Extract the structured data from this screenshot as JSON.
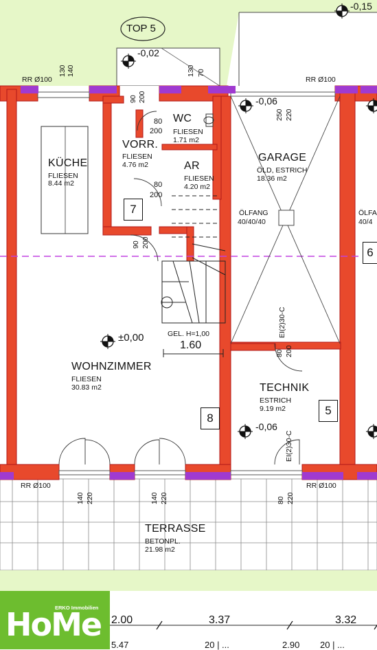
{
  "top_label": "TOP 5",
  "levels": {
    "top_right": "-0,15",
    "entry": "-0,02",
    "garage": "-0,06",
    "living": "±0,00",
    "technik": "-0,06"
  },
  "rooms": {
    "kueche": {
      "name": "KÜCHE",
      "floor": "FLIESEN",
      "area": "8.44 m2"
    },
    "vorraum": {
      "name": "VORR.",
      "floor": "FLIESEN",
      "area": "4.76 m2"
    },
    "wc": {
      "name": "WC",
      "floor": "FLIESEN",
      "area": "1.71 m2"
    },
    "ar": {
      "name": "AR",
      "floor": "FLIESEN",
      "area": "4.20 m2"
    },
    "garage": {
      "name": "GARAGE",
      "floor": "ÖLD, ESTRICH",
      "area": "18.36 m2"
    },
    "wohnzimmer": {
      "name": "WOHNZIMMER",
      "floor": "FLIESEN",
      "area": "30.83 m2"
    },
    "technik": {
      "name": "TECHNIK",
      "floor": "ESTRICH",
      "area": "9.19 m2"
    },
    "terrasse": {
      "name": "TERRASSE",
      "floor": "BETONPL.",
      "area": "21.98 m2"
    }
  },
  "oelfang": {
    "label": "ÖLFANG",
    "size": "40/40/40",
    "label_cut": "ÖLFA",
    "size_cut": "40/4"
  },
  "railing": {
    "label": "GEL. H=1,00",
    "dim": "1.60"
  },
  "door_tags": [
    "EI(2)30-C",
    "EI(2)30-C"
  ],
  "numbers": {
    "n7": "7",
    "n8": "8",
    "n5": "5",
    "n6": "6"
  },
  "rr": {
    "label": "RR Ø100"
  },
  "window_dims": {
    "w_top_kitchen": [
      "130",
      "140"
    ],
    "w_top_entry": [
      "130",
      "70"
    ],
    "d_wc": [
      "90",
      "200"
    ],
    "d_garage_top": [
      "250",
      "220"
    ],
    "d_wc_door": [
      "80",
      "200"
    ],
    "d_ar": [
      "80",
      "200"
    ],
    "d_vorr": [
      "90",
      "200"
    ],
    "d_technik": [
      "80",
      "200"
    ],
    "w_terr_1": [
      "140",
      "220"
    ],
    "w_terr_2": [
      "140",
      "220"
    ],
    "d_terr_technik": [
      "80",
      "220"
    ]
  },
  "bottom_dims": {
    "a": "2.00",
    "b": "3.37",
    "c": "3.32",
    "d": "5.47",
    "e": "2.90",
    "f": "20 | ...",
    "g": "20 | ..."
  },
  "logo": {
    "text": "HoMe",
    "company": "ERKO Immobilien"
  },
  "colors": {
    "wall_fill": "#e8492c",
    "wall_line": "#b01818",
    "rr": "#a03ad0",
    "garden": "#e6f7c8",
    "axis": "#c040e0"
  }
}
